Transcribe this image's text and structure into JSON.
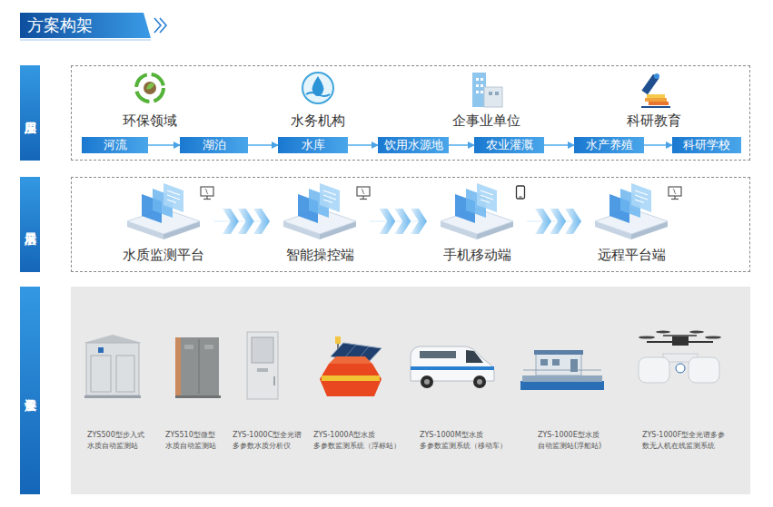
{
  "diagram": {
    "title": "方案构架",
    "nodes": [
      {
        "text": [
          "应用层"
        ]
      },
      {
        "text": [
          "河流"
        ],
        "in": 0
      },
      {
        "text": [
          "湖泊"
        ],
        "in": 0
      },
      {
        "text": [
          "水库"
        ],
        "in": 0
      },
      {
        "text": [
          "饮用水源地"
        ],
        "in": 0
      },
      {
        "text": [
          "农业灌溉"
        ],
        "in": 0
      },
      {
        "text": [
          "水产养殖"
        ],
        "in": 0
      },
      {
        "text": [
          "科研学校"
        ],
        "in": 0
      },
      {
        "text": [
          "展示层"
        ]
      },
      {
        "text": [
          "水质监测平台"
        ],
        "in": 8
      },
      {
        "text": [
          "智能操控端"
        ],
        "in": 8
      },
      {
        "text": [
          "手机移动端"
        ],
        "in": 8
      },
      {
        "text": [
          "远程平台端"
        ],
        "in": 8
      },
      {
        "text": [
          "设备层"
        ]
      },
      {
        "text": [
          "ZYS500型步入式 水质自动监测站"
        ],
        "in": 13
      },
      {
        "text": [
          "ZYS510型微型 水质自动监测站"
        ],
        "in": 13
      },
      {
        "text": [
          "ZYS-1000C型全光谱 多参数水质分析仪"
        ],
        "in": 13
      },
      {
        "text": [
          "ZYS-1000A型水质 多参数监测系统（浮标站）"
        ],
        "in": 13
      },
      {
        "text": [
          "ZYS-1000M型水质 多参数监测系统（移动车）"
        ],
        "in": 13
      },
      {
        "text": [
          "ZYS-1000E型水质 自动监测站(浮船站)"
        ],
        "in": 13
      },
      {
        "text": [
          "ZYS-1000F型全光谱多参 数无人机在线监测系统"
        ],
        "in": 13
      }
    ],
    "edges": [
      {
        "from": 1,
        "to": 2,
        "arrow": "to"
      },
      {
        "from": 2,
        "to": 3,
        "arrow": "to"
      },
      {
        "from": 3,
        "to": 4,
        "arrow": "to"
      },
      {
        "from": 4,
        "to": 5,
        "arrow": "to"
      },
      {
        "from": 5,
        "to": 6,
        "arrow": "to"
      },
      {
        "from": 6,
        "to": 7,
        "arrow": "to"
      },
      {
        "from": 9,
        "to": 10,
        "arrow": "to"
      },
      {
        "from": 10,
        "to": 11,
        "arrow": "to"
      },
      {
        "from": 11,
        "to": 12,
        "arrow": "to"
      }
    ],
    "labels": [
      "环保领域",
      "水务机构",
      "企事业单位",
      "科研教育"
    ]
  }
}
